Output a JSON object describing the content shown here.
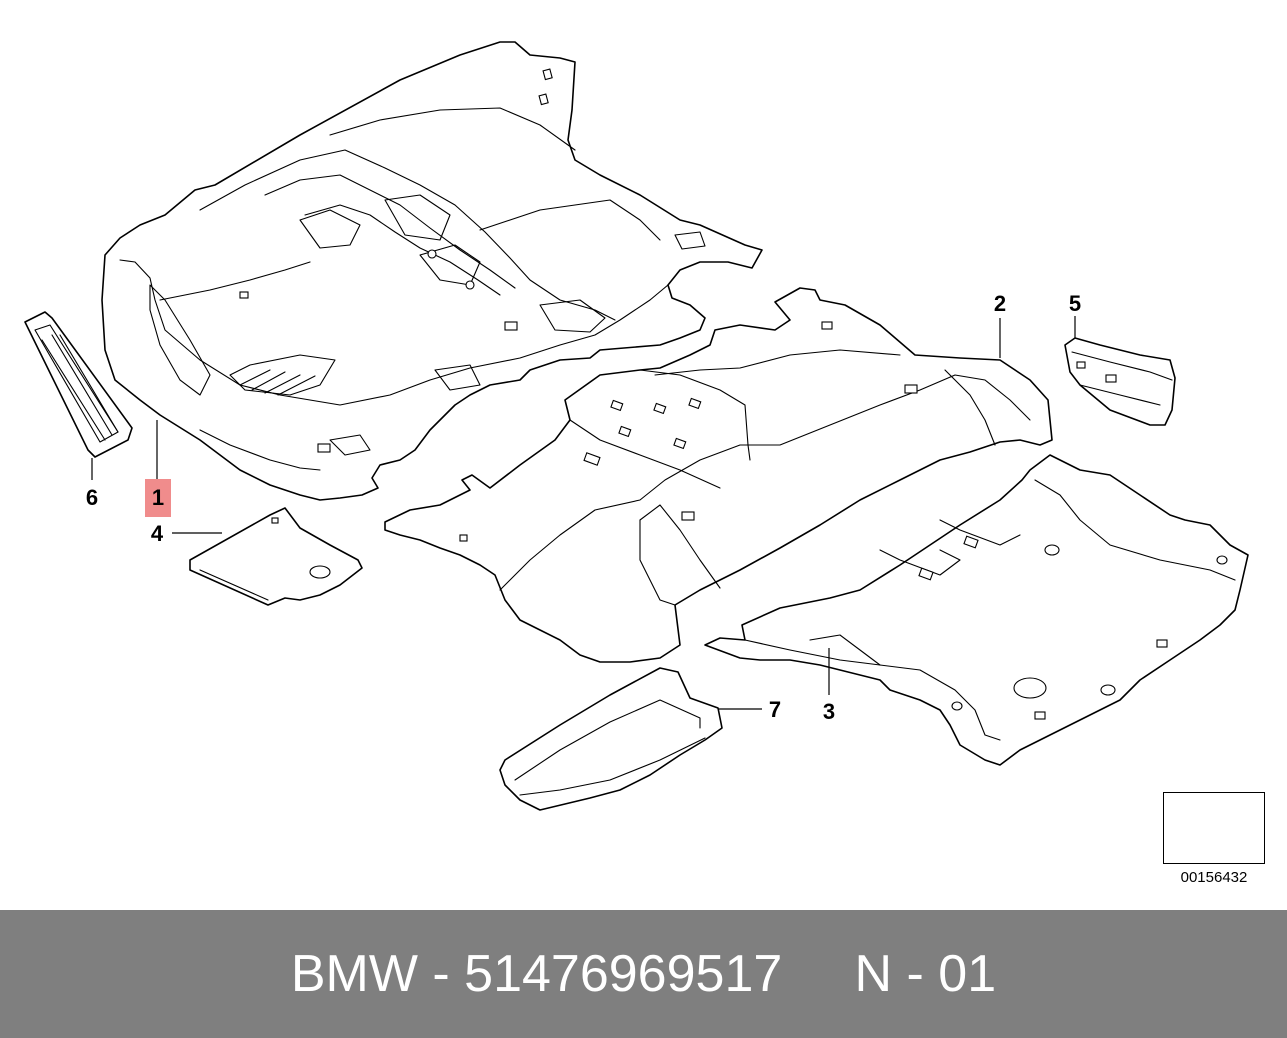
{
  "diagram": {
    "callouts": [
      {
        "id": "1",
        "label": "1",
        "highlighted": true
      },
      {
        "id": "2",
        "label": "2",
        "highlighted": false
      },
      {
        "id": "3",
        "label": "3",
        "highlighted": false
      },
      {
        "id": "4",
        "label": "4",
        "highlighted": false
      },
      {
        "id": "5",
        "label": "5",
        "highlighted": false
      },
      {
        "id": "6",
        "label": "6",
        "highlighted": false
      },
      {
        "id": "7",
        "label": "7",
        "highlighted": false
      }
    ],
    "highlight_color": "#f08c8c",
    "reference_code": "00156432"
  },
  "footer": {
    "text": "BMW - 51476969517     N - 01",
    "background": "#7f7f7f",
    "color": "#ffffff"
  }
}
